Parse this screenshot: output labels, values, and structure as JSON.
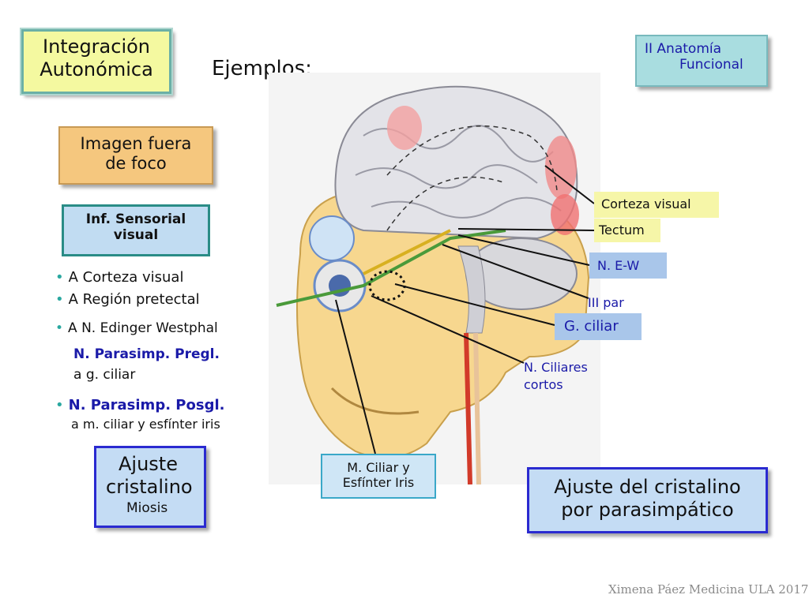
{
  "header": {
    "title_line1": "Integración",
    "title_line2": "Autonómica",
    "section_line1": "II Anatomía",
    "section_line2": "Funcional",
    "examples_label": "Ejemplos:"
  },
  "left_panel": {
    "image_box_line1": "Imagen fuera",
    "image_box_line2": "de foco",
    "sensory_line1": "Inf. Sensorial",
    "sensory_line2": "visual",
    "bullets": {
      "b1": "A Corteza visual",
      "b2": "A Región pretectal",
      "b3": "A  N. Edinger Westphal",
      "b3_sub1": "N. Parasimp. Pregl.",
      "b3_sub2": "a g. ciliar",
      "b4": "N. Parasimp. Posgl.",
      "b4_sub": "a m. ciliar y esfínter iris"
    },
    "adjust_line1": "Ajuste",
    "adjust_line2": "cristalino",
    "adjust_line3": "Miosis"
  },
  "diagram_labels": {
    "corteza_visual": "Corteza visual",
    "tectum": "Tectum",
    "n_ew": "N. E-W",
    "iii_par": "III par",
    "g_ciliar": "G. ciliar",
    "n_ciliares_line1": "N. Ciliares",
    "n_ciliares_line2": "cortos",
    "m_ciliar_line1": "M. Ciliar y",
    "m_ciliar_line2": "Esfínter Iris"
  },
  "conclusion": {
    "line1": "Ajuste del cristalino",
    "line2": "por parasimpático"
  },
  "footer": "Ximena Páez Medicina ULA 2017",
  "colors": {
    "title_bg": "#f4f9a0",
    "section_bg": "#a9dde0",
    "image_box_bg": "#f5c77e",
    "blue_box_bg": "#c4dcf4",
    "label_yellow": "#f6f6a8",
    "label_blue": "#a9c6ea",
    "text_blue": "#1a1aa8"
  }
}
